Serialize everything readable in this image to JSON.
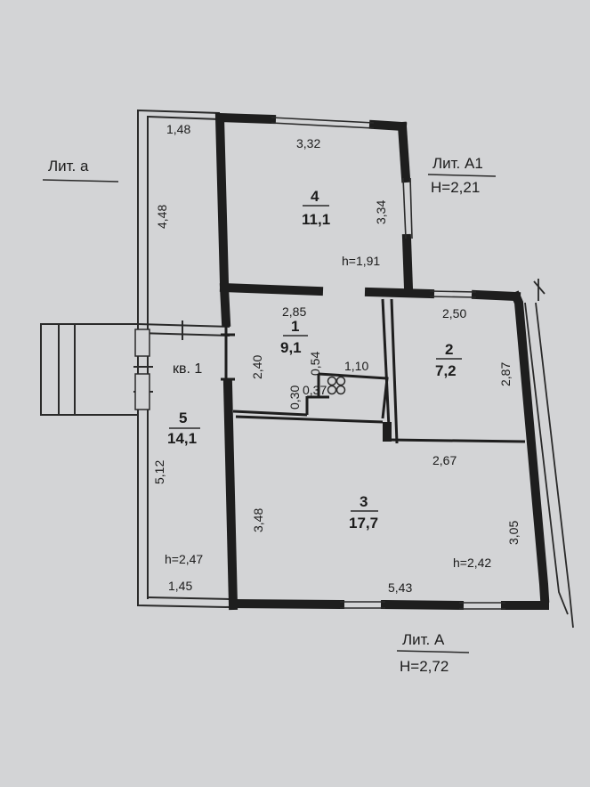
{
  "plan": {
    "lit_a": "Лит. а",
    "lit_a1": {
      "name": "Лит. А1",
      "height": "H=2,21"
    },
    "lit_main": {
      "name": "Лит. А",
      "height": "H=2,72"
    },
    "apartment": "кв. 1",
    "rooms": [
      {
        "number": "1",
        "area": "9,1"
      },
      {
        "number": "2",
        "area": "7,2"
      },
      {
        "number": "3",
        "area": "17,7"
      },
      {
        "number": "4",
        "area": "11,1"
      },
      {
        "number": "5",
        "area": "14,1"
      }
    ],
    "ceiling_heights": {
      "room4": "h=1,91",
      "room5": "h=2,47",
      "room3": "h=2,42"
    },
    "dimensions": {
      "porch_top": "1,48",
      "porch_side": "4,48",
      "room4_top": "3,32",
      "room4_side": "3,34",
      "room1_top": "2,85",
      "room1_side": "2,40",
      "stove_w": "1,10",
      "stove_a": "0,54",
      "stove_b": "0,37",
      "stove_c": "0,30",
      "room2_top": "2,50",
      "room2_side": "2,87",
      "room3_top": "2,67",
      "room3_left": "3,48",
      "room3_right": "3,05",
      "bottom": "5,43",
      "veranda_side": "5,12",
      "veranda_bottom": "1,45"
    }
  }
}
